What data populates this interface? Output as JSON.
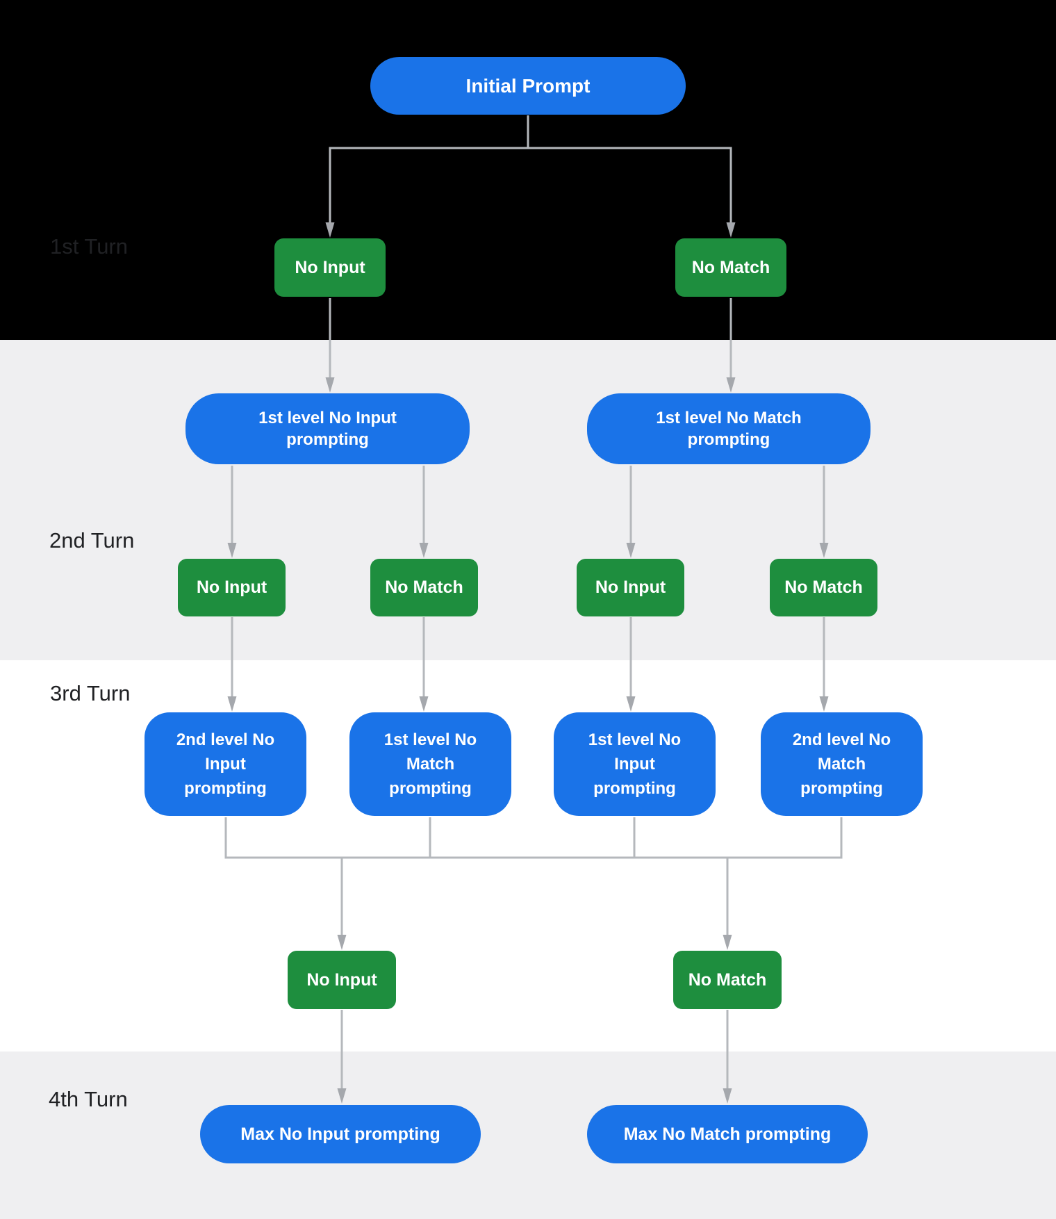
{
  "colors": {
    "node_blue": "#1a73e8",
    "node_green": "#1e8e3e",
    "band_black": "#000000",
    "band_gray": "#efeff1",
    "band_white": "#ffffff",
    "connector_gray": "#b5b8bc",
    "arrowhead_gray": "#a5a8ad",
    "turn_label_text": "#202124",
    "node_text": "#ffffff"
  },
  "flow": {
    "initial": {
      "label": "Initial Prompt"
    },
    "turn1": {
      "label": "1st Turn",
      "no_input": "No Input",
      "no_match": "No Match"
    },
    "turn2": {
      "label": "2nd Turn",
      "no_input_prompting": "1st level No Input prompting",
      "no_match_prompting": "1st level No Match prompting",
      "events": [
        "No Input",
        "No Match",
        "No Input",
        "No Match"
      ]
    },
    "turn3": {
      "label": "3rd Turn",
      "prompts": [
        "2nd level No Input prompting",
        "1st level No Match prompting",
        "1st level No Input prompting",
        "2nd level No Match prompting"
      ],
      "no_input": "No Input",
      "no_match": "No Match"
    },
    "turn4": {
      "label": "4th Turn",
      "max_no_input_prompting": "Max No Input prompting",
      "max_no_match_prompting": "Max No Match prompting"
    }
  }
}
